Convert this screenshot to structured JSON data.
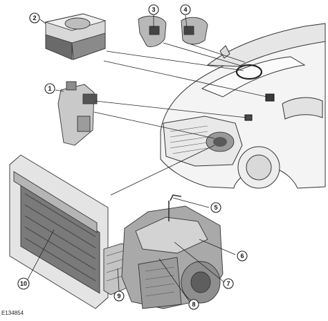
{
  "diagram": {
    "callouts": [
      {
        "id": "c1",
        "label": "1"
      },
      {
        "id": "c2",
        "label": "2"
      },
      {
        "id": "c3",
        "label": "3"
      },
      {
        "id": "c4",
        "label": "4"
      },
      {
        "id": "c5",
        "label": "5"
      },
      {
        "id": "c6",
        "label": "6"
      },
      {
        "id": "c7",
        "label": "7"
      },
      {
        "id": "c8",
        "label": "8"
      },
      {
        "id": "c9",
        "label": "9"
      },
      {
        "id": "c10",
        "label": "10"
      }
    ],
    "reference_code": "E134854"
  }
}
